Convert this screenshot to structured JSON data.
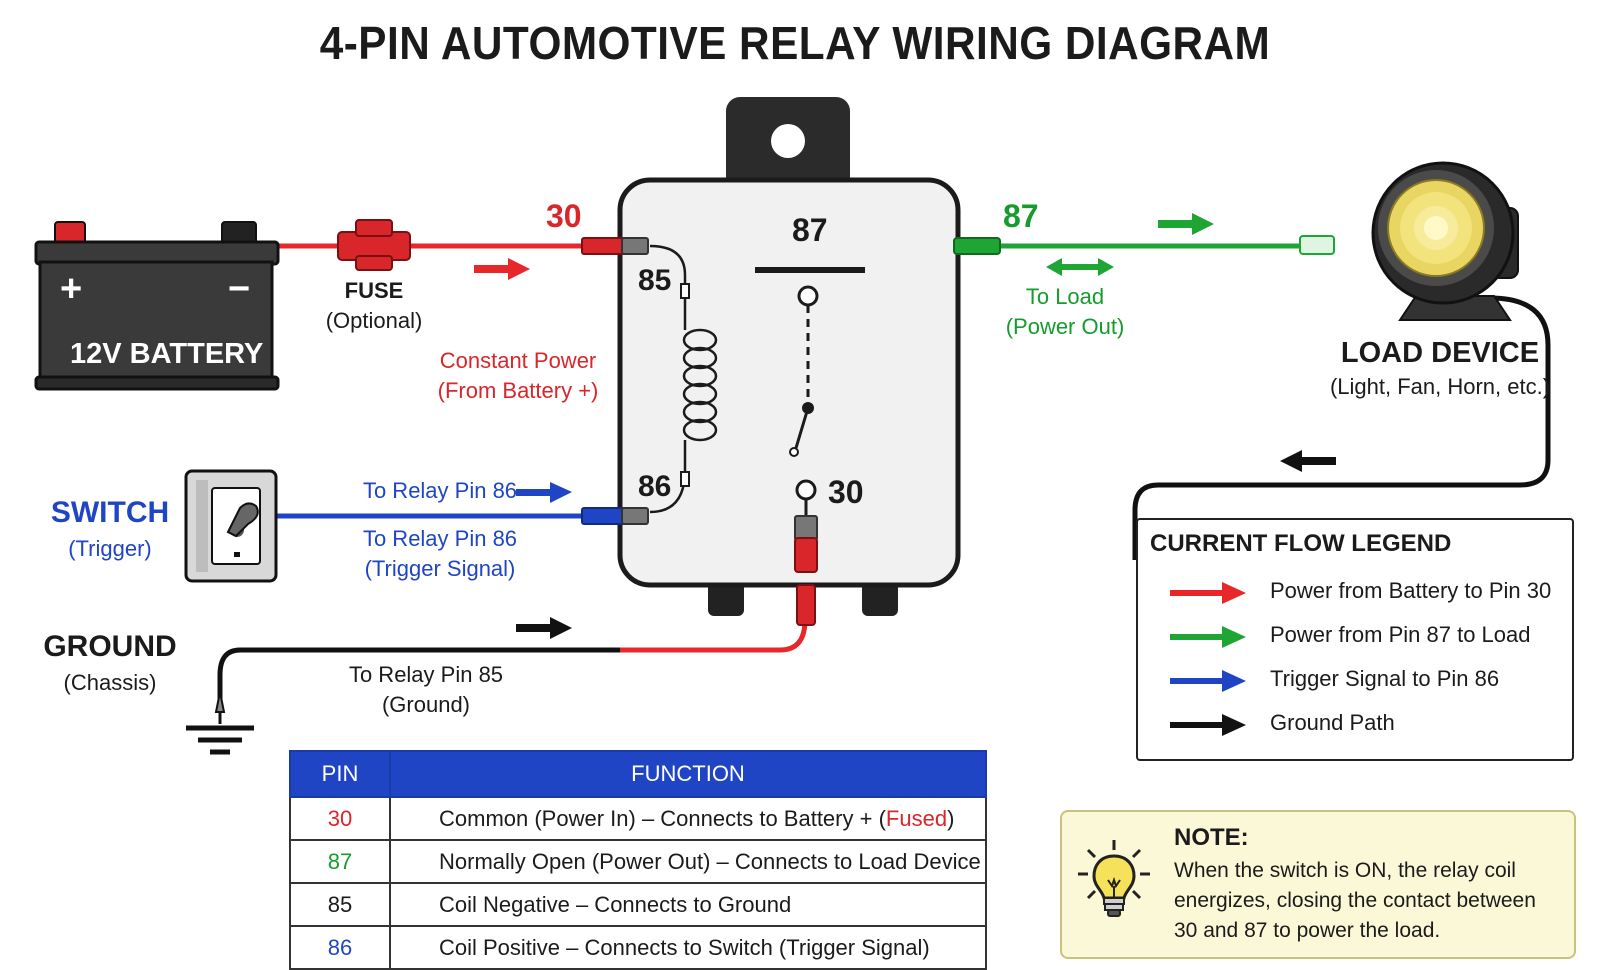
{
  "title": "4-PIN AUTOMOTIVE RELAY WIRING DIAGRAM",
  "battery": {
    "label": "12V BATTERY",
    "plus": "+",
    "minus": "−"
  },
  "fuse": {
    "label": "FUSE",
    "sublabel": "(Optional)"
  },
  "wires": {
    "pin30_label": "30",
    "pin30_desc": "Constant Power",
    "pin30_desc2": "(From Battery +)",
    "pin87_label": "87",
    "pin87_desc": "To Load",
    "pin87_desc2": "(Power Out)",
    "pin86_top": "To Relay Pin 86",
    "pin86_desc": "To Relay Pin 86",
    "pin86_desc2": "(Trigger Signal)",
    "pin85_desc": "To Relay Pin 85",
    "pin85_desc2": "(Ground)"
  },
  "relay": {
    "pin87": "87",
    "pin85": "85",
    "pin86": "86",
    "pin30": "30"
  },
  "switch": {
    "label": "SWITCH",
    "sublabel": "(Trigger)"
  },
  "ground": {
    "label": "GROUND",
    "sublabel": "(Chassis)"
  },
  "load": {
    "label": "LOAD DEVICE",
    "sublabel": "(Light, Fan, Horn, etc.)"
  },
  "legend": {
    "title": "CURRENT FLOW LEGEND",
    "items": [
      {
        "label": "Power from Battery to Pin 30",
        "color": "#e8272b"
      },
      {
        "label": "Power from Pin 87 to Load",
        "color": "#1ea534"
      },
      {
        "label": "Trigger Signal to Pin 86",
        "color": "#1f45c4"
      },
      {
        "label": "Ground Path",
        "color": "#111111"
      }
    ]
  },
  "table": {
    "headers": [
      "PIN",
      "FUNCTION"
    ],
    "rows": [
      {
        "pin": "30",
        "pin_color": "#d8262a",
        "function": "Common (Power In) – Connects to Battery + (",
        "function_highlight": "Fused",
        "function_end": ")"
      },
      {
        "pin": "87",
        "pin_color": "#169b2d",
        "function": "Normally Open (Power Out) – Connects to Load Device"
      },
      {
        "pin": "85",
        "pin_color": "#1b1b1b",
        "function": "Coil Negative – Connects to Ground"
      },
      {
        "pin": "86",
        "pin_color": "#1f45c4",
        "function": "Coil Positive – Connects to Switch (Trigger Signal)"
      }
    ]
  },
  "note": {
    "title": "NOTE:",
    "body": "When the switch is ON, the relay coil energizes, closing the contact between 30 and 87 to power the load.",
    "icon": "lightbulb-icon"
  },
  "colors": {
    "power": "#e8272b",
    "load": "#1ea534",
    "trigger": "#1f45c4",
    "ground": "#111111"
  }
}
